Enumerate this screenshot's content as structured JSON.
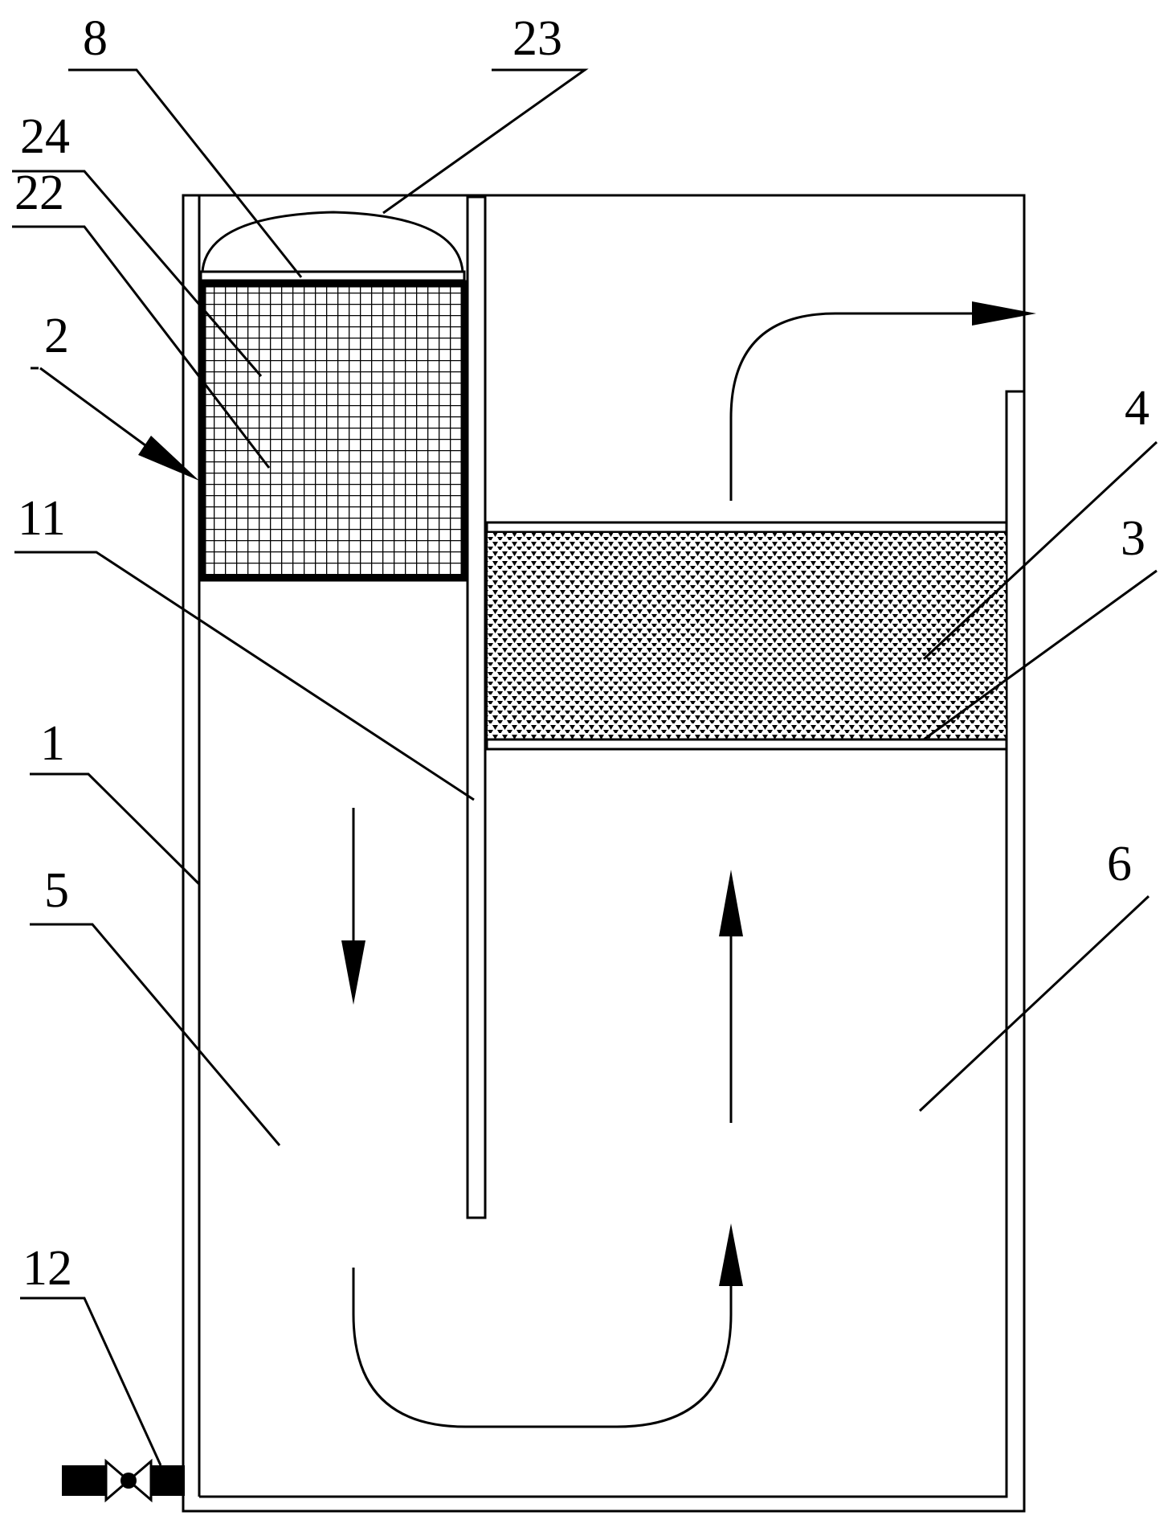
{
  "labels": {
    "l8": "8",
    "l23": "23",
    "l24": "24",
    "l22": "22",
    "l2": "2",
    "l11": "11",
    "l4": "4",
    "l3": "3",
    "l1": "1",
    "l5": "5",
    "l6": "6",
    "l12": "12"
  },
  "colors": {
    "line": "#000000",
    "background": "#ffffff"
  },
  "icons": {
    "drain_valve": "valve-icon",
    "flow_arrow": "arrow-icon"
  }
}
